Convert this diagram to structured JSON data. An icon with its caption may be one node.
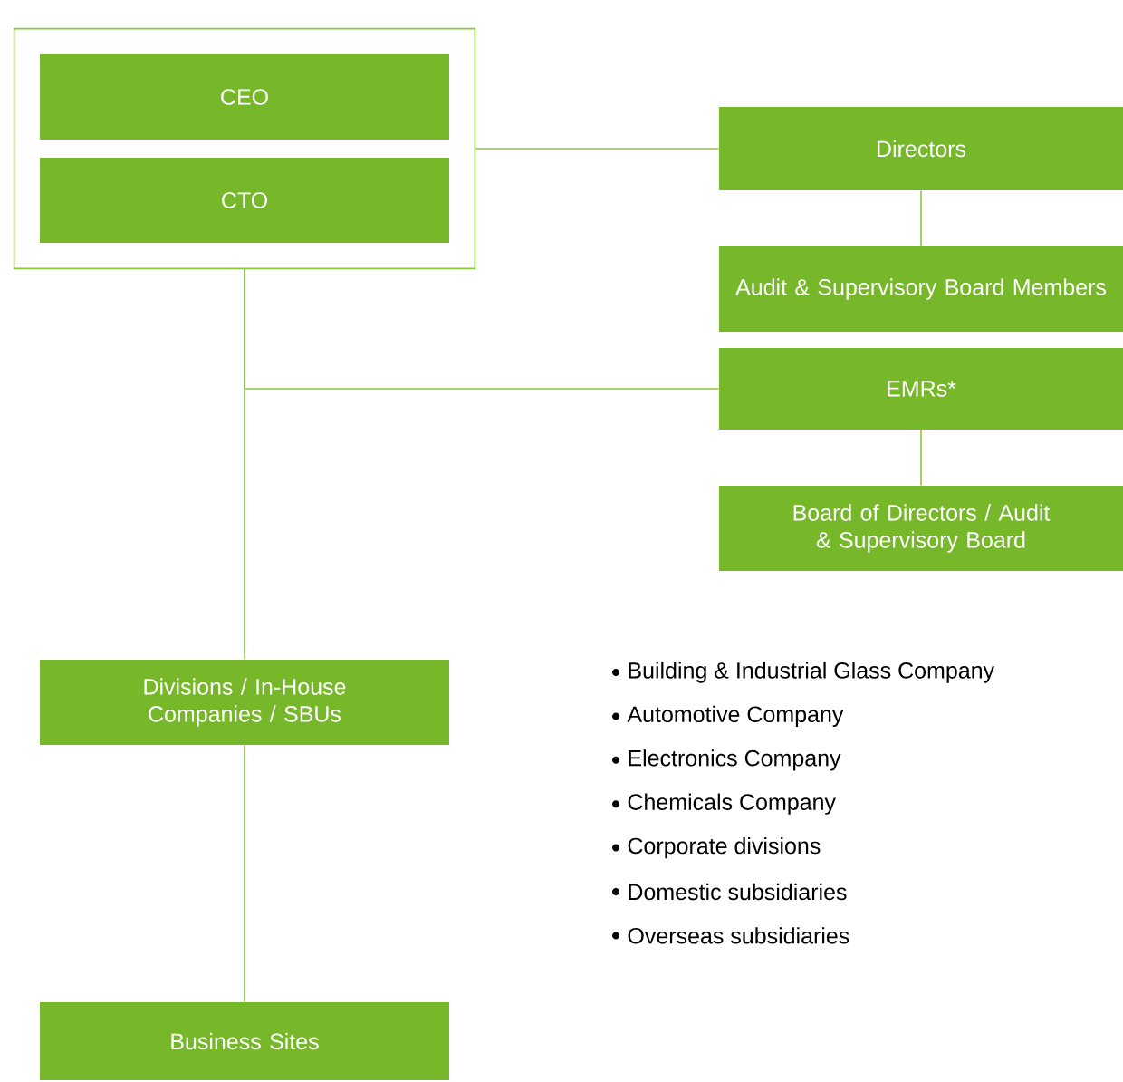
{
  "diagram": {
    "nodes": [
      {
        "text": [],
        "shape": "box"
      },
      {
        "text": [
          "CEO"
        ],
        "in": 0
      },
      {
        "text": [
          "CTO"
        ],
        "in": 0
      },
      {
        "text": [
          "Directors"
        ]
      },
      {
        "text": [
          "Audit & Supervisory Board Members"
        ]
      },
      {
        "text": [
          "EMRs*"
        ]
      },
      {
        "text": [
          "Board of Directors / Audit & Supervisory Board"
        ]
      },
      {
        "text": [
          "Divisions / In-House Companies / SBUs"
        ]
      },
      {
        "text": [
          "Business Sites"
        ]
      }
    ],
    "edges": [
      {
        "from": 0,
        "to": 3,
        "arrow": "none"
      },
      {
        "from": 3,
        "to": 4,
        "arrow": "none"
      },
      {
        "from": 0,
        "to": 5,
        "arrow": "none"
      },
      {
        "from": 5,
        "to": 6,
        "arrow": "none"
      },
      {
        "from": 0,
        "to": 7,
        "arrow": "none"
      },
      {
        "from": 7,
        "to": 8,
        "arrow": "none"
      }
    ],
    "labels": [
      "Building & Industrial Glass Company",
      "Automotive Company",
      "Electronics Company",
      "Chemicals Company",
      "Corporate divisions",
      "Domestic subsidiaries",
      "Overseas subsidiaries"
    ]
  }
}
